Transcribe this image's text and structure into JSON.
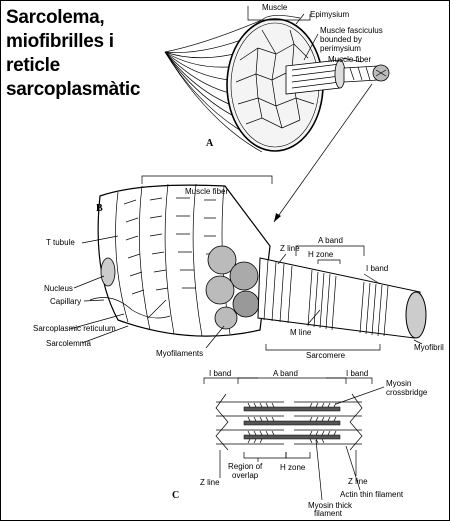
{
  "title": {
    "line1": "Sarcolema,",
    "line2": "miofibrilles i",
    "line3": "reticle",
    "line4": "sarcoplasmàtic"
  },
  "panel_a": {
    "letter": "A",
    "muscle": "Muscle",
    "epimysium": "Epimysium",
    "fasciculus_1": "Muscle fasciculus",
    "fasciculus_2": "bounded by",
    "fasciculus_3": "perimysium",
    "muscle_fiber": "Muscle fiber"
  },
  "panel_b": {
    "letter": "B",
    "muscle_fiber": "Muscle fiber",
    "t_tubule": "T tubule",
    "nucleus": "Nucleus",
    "capillary": "Capillary",
    "sarcoplasmic_reticulum": "Sarcoplasmic reticulum",
    "sarcolemma": "Sarcolemma",
    "myofilaments": "Myofilaments",
    "z_line": "Z line",
    "a_band": "A band",
    "h_zone": "H zone",
    "i_band": "I band",
    "m_line": "M line",
    "myofibril": "Myofibril",
    "sarcomere": "Sarcomere"
  },
  "panel_c": {
    "letter": "C",
    "i_band_left": "I band",
    "a_band": "A band",
    "i_band_right": "I band",
    "myosin_crossbridge_1": "Myosin",
    "myosin_crossbridge_2": "crossbridge",
    "region_overlap_1": "Region of",
    "region_overlap_2": "overlap",
    "h_zone": "H zone",
    "z_line_left": "Z line",
    "z_line_right": "Z line",
    "actin": "Actin thin filament",
    "myosin_thick_1": "Myosin thick",
    "myosin_thick_2": "filament"
  }
}
